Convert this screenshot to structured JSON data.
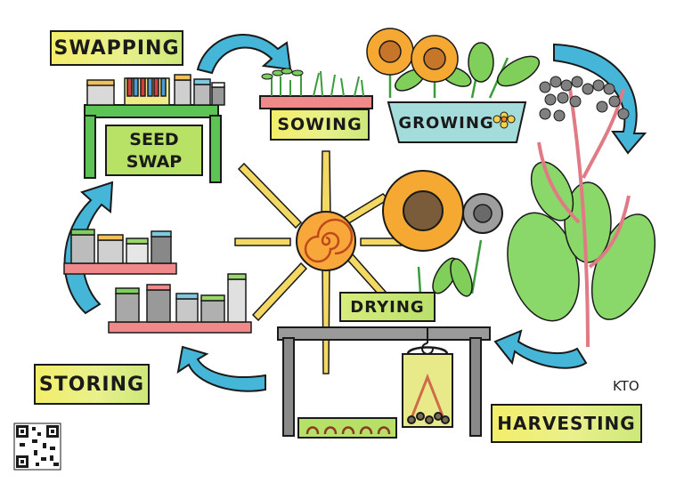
{
  "labels": {
    "swapping": "SWAPPING",
    "sowing": "SOWING",
    "growing": "GROWING",
    "seed_swap_line1": "SEED",
    "seed_swap_line2": "SWAP",
    "drying": "DRYING",
    "storing": "STORING",
    "harvesting": "HARVESTING"
  },
  "signature": "KTO",
  "colors": {
    "arrow": "#3fb3d6",
    "sun": "#f5a52a",
    "label_yellow": "#eef07a",
    "label_green": "#c6e570",
    "leaf_green": "#6cc94f",
    "stem_pink": "#e07a85",
    "flower_orange": "#f29a2e"
  }
}
